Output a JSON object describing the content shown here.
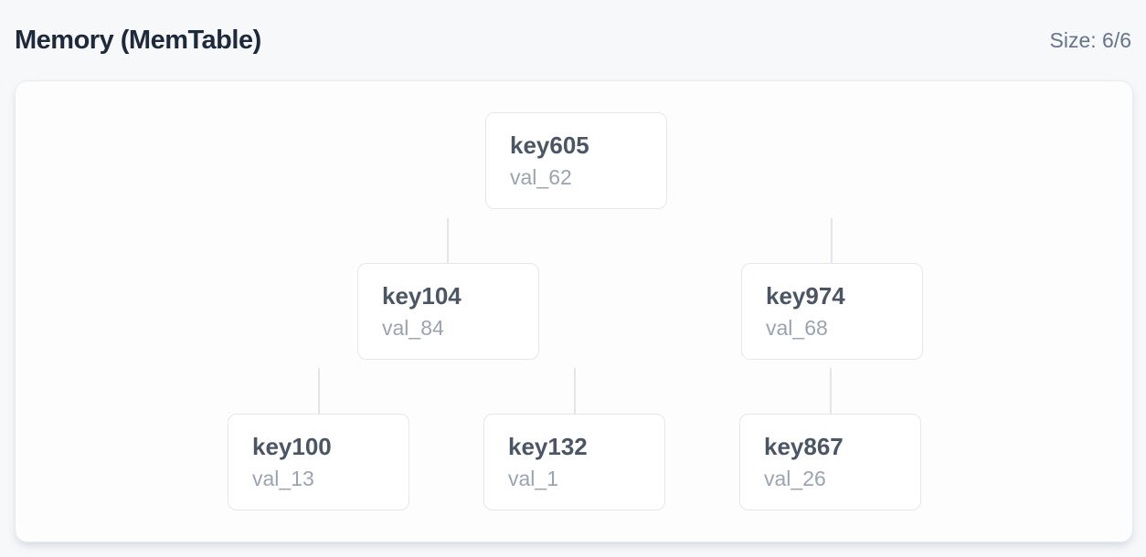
{
  "header": {
    "title": "Memory (MemTable)",
    "size_label": "Size: 6/6"
  },
  "memtable": {
    "size_current": 6,
    "size_max": 6,
    "tree": {
      "nodes": [
        {
          "key": "key605",
          "value": "val_62",
          "level": 0
        },
        {
          "key": "key104",
          "value": "val_84",
          "level": 1
        },
        {
          "key": "key974",
          "value": "val_68",
          "level": 1
        },
        {
          "key": "key100",
          "value": "val_13",
          "level": 2
        },
        {
          "key": "key132",
          "value": "val_1",
          "level": 2
        },
        {
          "key": "key867",
          "value": "val_26",
          "level": 2
        }
      ]
    }
  },
  "colors": {
    "title_text": "#1e293b",
    "size_text": "#64748b",
    "key_text": "#4b5563",
    "value_text": "#9ca3af",
    "card_background": "#fdfdfe",
    "node_background": "#ffffff",
    "node_border": "#e5e7eb",
    "connector": "#e2e5ea",
    "page_background": "#f7f8fa"
  }
}
